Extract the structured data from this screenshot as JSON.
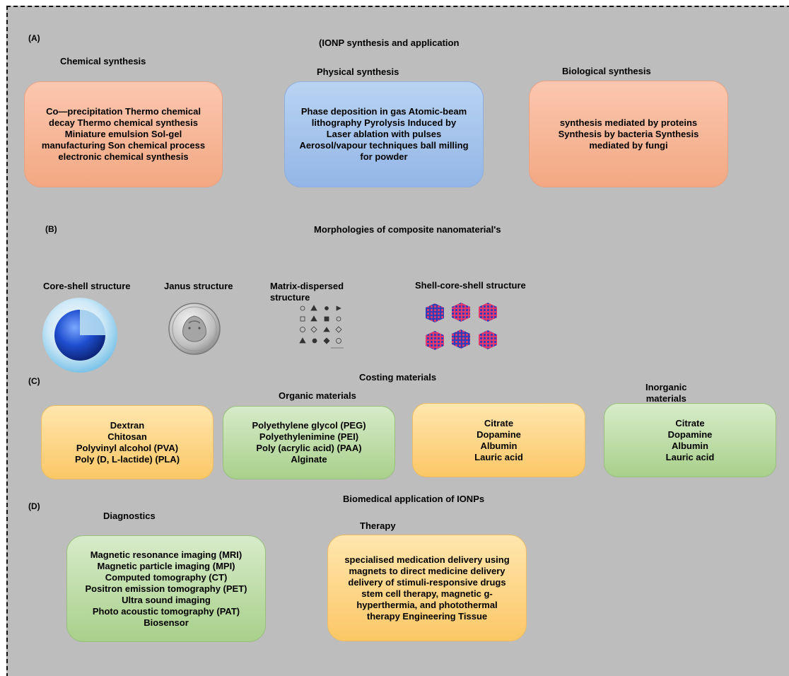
{
  "section_a": {
    "label": "(A)",
    "title": "(IONP synthesis and application",
    "chemical": {
      "title": "Chemical  synthesis",
      "text": "Co—precipitation Thermo chemical\ndecay Thermo chemical synthesis\nMiniature emulsion Sol-gel\nmanufacturing Son chemical process\nelectronic chemical synthesis"
    },
    "physical": {
      "title": "Physical synthesis",
      "text": "Phase deposition in gas Atomic-beam\nlithography Pyrolysis Induced by\nLaser ablation with pulses\nAerosol/vapour techniques ball milling\nfor powder"
    },
    "biological": {
      "title": "Biological synthesis",
      "text": "synthesis mediated by proteins\nSynthesis by bacteria Synthesis\nmediated by fungi"
    }
  },
  "section_b": {
    "label": "(B)",
    "title": "Morphologies of composite nanomaterial's",
    "core_shell": "Core-shell structure",
    "janus": "Janus structure",
    "matrix": "Matrix-dispersed\nstructure",
    "shell_core_shell": "Shell-core-shell structure"
  },
  "section_c": {
    "label": "(C)",
    "title": "Costing materials",
    "organic_title": "Organic materials",
    "inorganic_title": "Inorganic\nmaterials",
    "box1": "Dextran\nChitosan\nPolyvinyl alcohol (PVA)\nPoly (D, L-lactide) (PLA)",
    "box2": "Polyethylene glycol (PEG)\nPolyethylenimine (PEI)\nPoly (acrylic acid) (PAA)\nAlginate",
    "box3": "Citrate\nDopamine\nAlbumin\nLauric acid",
    "box4": "Citrate\nDopamine\nAlbumin\nLauric acid"
  },
  "section_d": {
    "label": "(D)",
    "title": "Biomedical application of IONPs",
    "diagnostics_title": "Diagnostics",
    "therapy_title": "Therapy",
    "diagnostics": "Magnetic resonance imaging (MRI)\nMagnetic particle imaging (MPI)\nComputed tomography (CT)\nPositron emission tomography (PET)\nUltra sound imaging\nPhoto acoustic tomography (PAT)\nBiosensor",
    "therapy": "specialised medication delivery using\nmagnets to direct medicine delivery\ndelivery of stimuli-responsive drugs\nstem cell therapy, magnetic g-\nhyperthermia, and photothermal\ntherapy Engineering Tissue"
  },
  "colors": {
    "panel": "#bdbdbd",
    "salmon": "#f2a882",
    "blue": "#93b6e6",
    "orange": "#fbc766",
    "green": "#a8d08b"
  }
}
